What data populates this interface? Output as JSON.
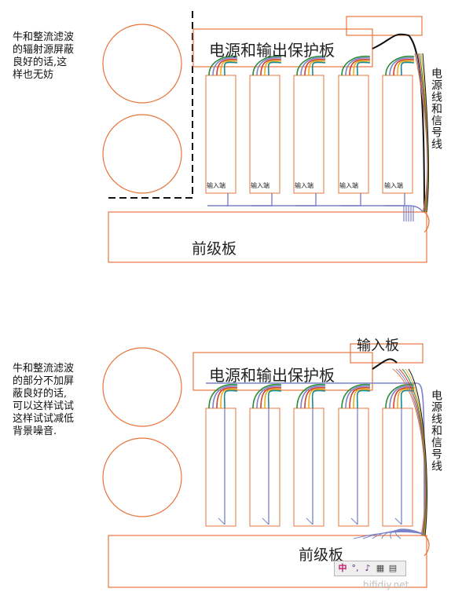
{
  "top": {
    "note": "牛和整流滤波\n的辐射源屏蔽\n良好的话,这\n样也无妨",
    "protect_board": "电源和输出保护板",
    "preamp_board": "前级板",
    "wire_label": "电源线和信号线",
    "input_socket": "输入端"
  },
  "bottom": {
    "note": "牛和整流滤波\n的部分不加屏\n蔽良好的话,\n可以这样试试\n这样试试减低\n背景噪音.",
    "protect_board": "电源和输出保护板",
    "input_board": "输入板",
    "preamp_board": "前级板",
    "wire_label": "电源线和信号线"
  },
  "toolbar": {
    "b1": "中",
    "b2": "°,",
    "b3": "♪",
    "b4": "▦",
    "b5": "▤"
  },
  "watermark": "hifidiy.net",
  "colors": {
    "board": "#e8743b",
    "signal": "#7b82c8",
    "black": "#111111",
    "shield": "#111111"
  }
}
